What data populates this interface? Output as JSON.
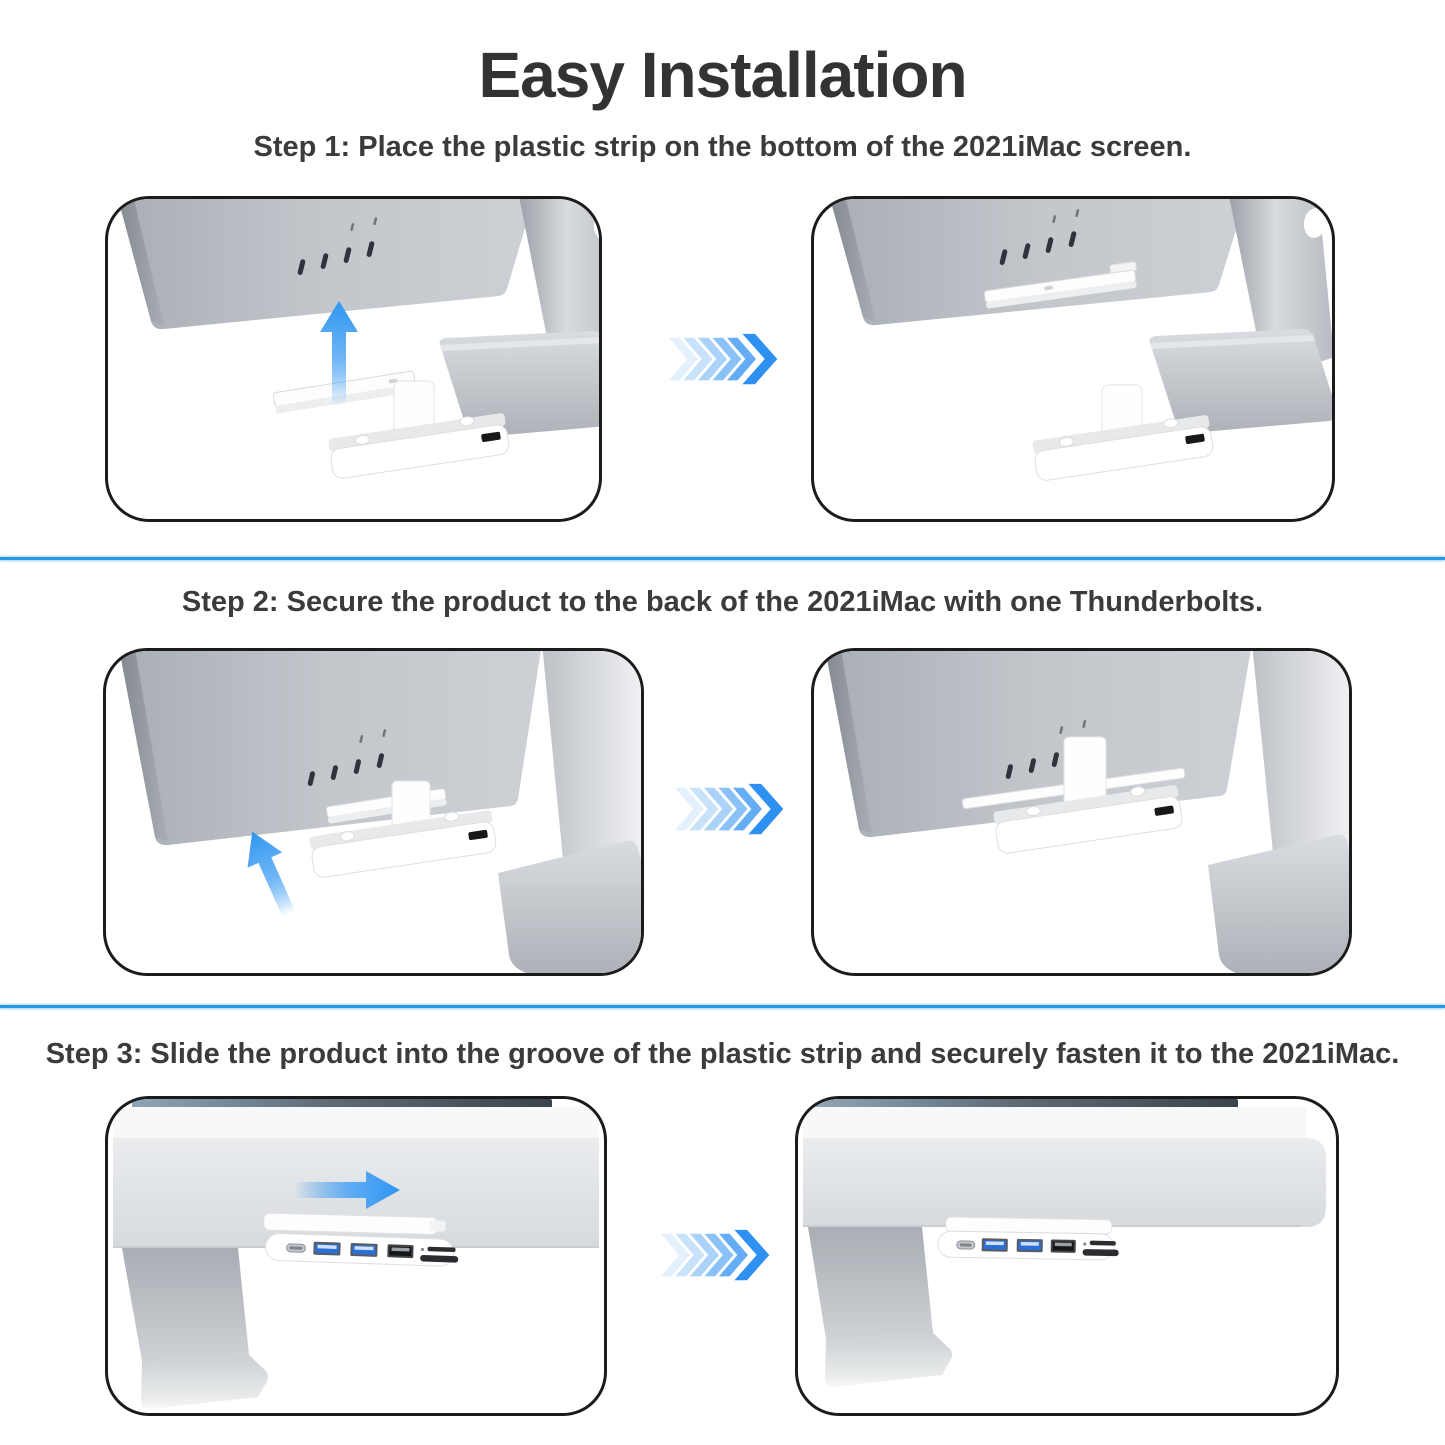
{
  "header": {
    "title": "Easy Installation"
  },
  "steps": [
    {
      "label": "Step 1",
      "caption": "Step 1: Place the plastic strip on the bottom of the 2021iMac screen."
    },
    {
      "label": "Step 2",
      "caption": "Step 2: Secure the product to the back of the 2021iMac with one Thunderbolts."
    },
    {
      "label": "Step 3",
      "caption": "Step 3: Slide the product into the groove of the plastic strip and securely fasten it to the 2021iMac."
    }
  ],
  "colors": {
    "accent_blue": "#2E90F0",
    "divider_blue": "#2B97E8",
    "title_text": "#333333",
    "caption_text": "#3B3B3B",
    "panel_border": "#1B1B1B",
    "imac_gray": "#C3C7CC",
    "product_white": "#FFFFFF",
    "usb_port_blue": "#2A6FD8"
  },
  "icons": {
    "chevron_arrow_icon": "»",
    "up_arrow_icon": "↑",
    "right_arrow_icon": "→",
    "diagonal_up_arrow_icon": "↖"
  }
}
